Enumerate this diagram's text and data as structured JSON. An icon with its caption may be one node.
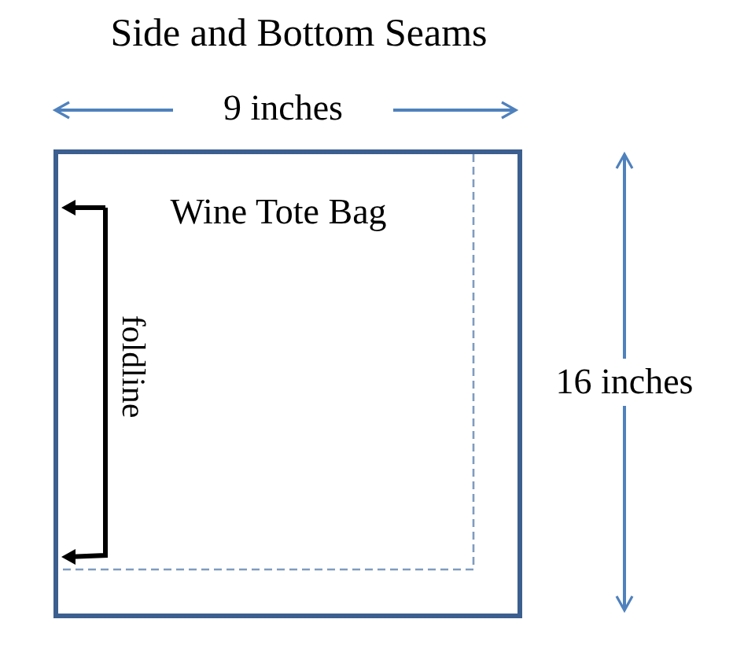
{
  "diagram": {
    "title": "Side and Bottom Seams",
    "nodes": [
      {
        "text": [
          "Wine Tote Bag"
        ]
      }
    ],
    "labels": [
      "9 inches",
      "16 inches",
      "foldline"
    ]
  }
}
